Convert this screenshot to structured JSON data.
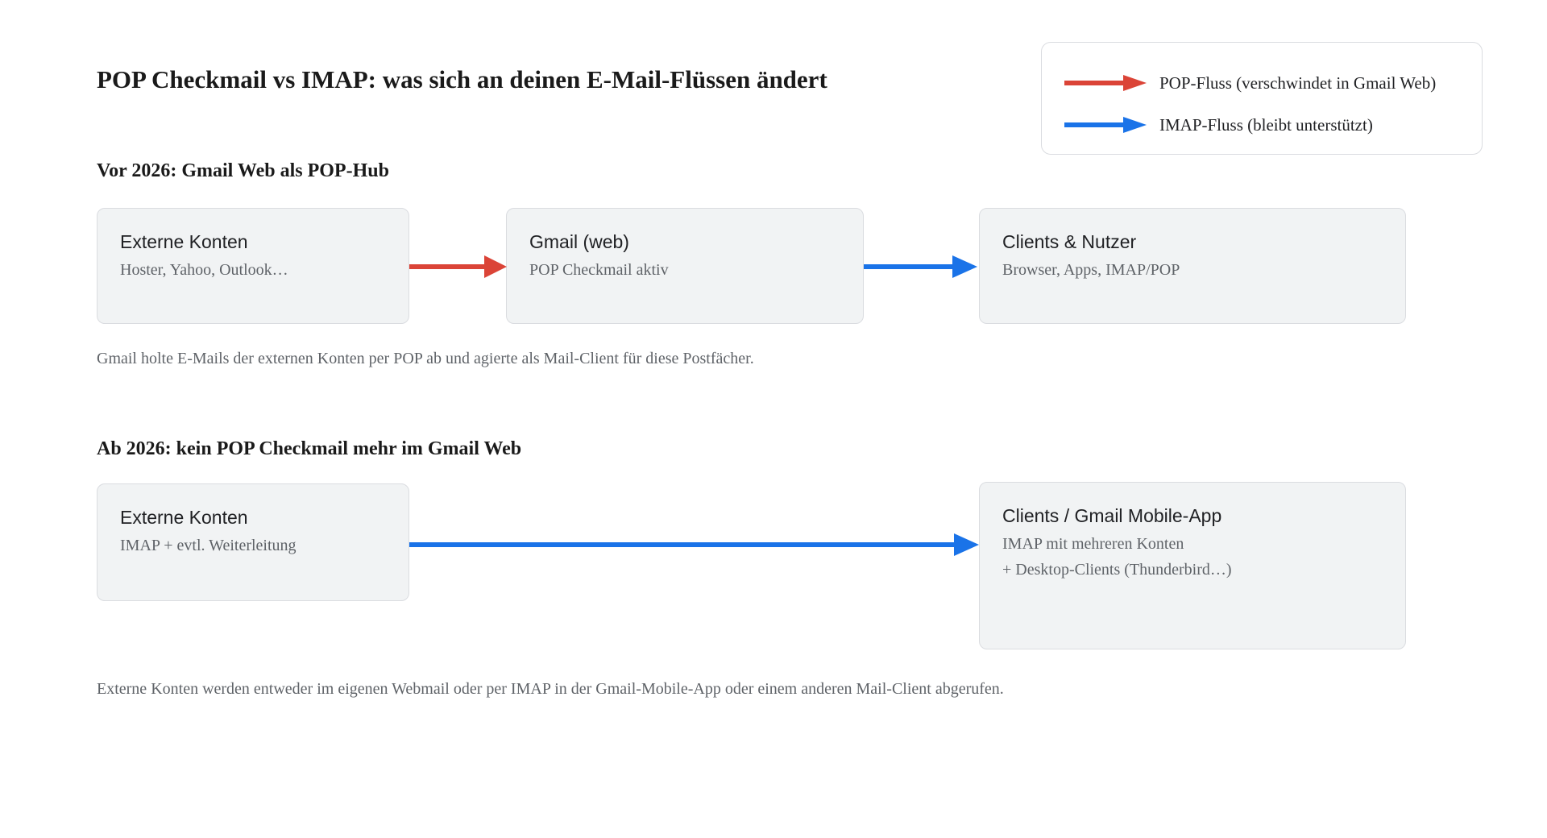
{
  "title": "POP Checkmail vs IMAP: was sich an deinen E-Mail-Flüssen ändert",
  "colors": {
    "pop_red": "#DB4437",
    "imap_blue": "#1A73E8",
    "node_fill": "#F1F3F4",
    "node_border": "#DADCE0",
    "text_primary": "#202124",
    "text_muted": "#5F6368",
    "background": "#FFFFFF"
  },
  "legend": {
    "items": [
      {
        "label": "POP-Fluss (verschwindet in Gmail Web)",
        "color": "#DB4437",
        "marker": "arrow-right-icon"
      },
      {
        "label": "IMAP-Fluss (bleibt unterstützt)",
        "color": "#1A73E8",
        "marker": "arrow-right-icon"
      }
    ]
  },
  "sections": [
    {
      "heading": "Vor 2026: Gmail Web als POP-Hub",
      "nodes": [
        {
          "title": "Externe Konten",
          "lines": [
            "Hoster, Yahoo, Outlook…"
          ]
        },
        {
          "title": "Gmail (web)",
          "lines": [
            "POP Checkmail aktiv"
          ]
        },
        {
          "title": "Clients & Nutzer",
          "lines": [
            "Browser, Apps, IMAP/POP"
          ]
        }
      ],
      "edges": [
        {
          "from": "Externe Konten",
          "to": "Gmail (web)",
          "type": "POP",
          "color": "#DB4437"
        },
        {
          "from": "Gmail (web)",
          "to": "Clients & Nutzer",
          "type": "IMAP",
          "color": "#1A73E8"
        }
      ],
      "caption": "Gmail holte E-Mails der externen Konten per POP ab und agierte als Mail-Client für diese Postfächer."
    },
    {
      "heading": "Ab 2026: kein POP Checkmail mehr im Gmail Web",
      "nodes": [
        {
          "title": "Externe Konten",
          "lines": [
            "IMAP + evtl. Weiterleitung"
          ]
        },
        {
          "title": "Clients / Gmail Mobile-App",
          "lines": [
            "IMAP mit mehreren Konten",
            "+ Desktop-Clients (Thunderbird…)"
          ]
        }
      ],
      "edges": [
        {
          "from": "Externe Konten",
          "to": "Clients / Gmail Mobile-App",
          "type": "IMAP",
          "color": "#1A73E8"
        }
      ],
      "caption": "Externe Konten werden entweder im eigenen Webmail oder per IMAP in der Gmail-Mobile-App oder einem anderen Mail-Client abgerufen."
    }
  ]
}
